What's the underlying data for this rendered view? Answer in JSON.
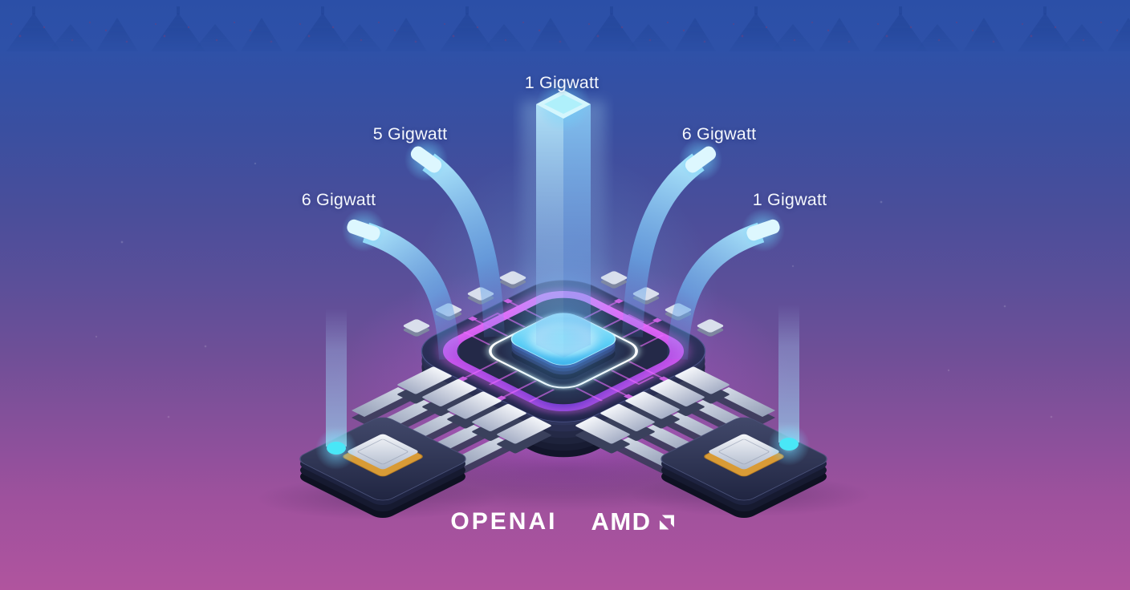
{
  "scene": {
    "description_labels": {
      "top": "1 Gigwatt",
      "upper_left": "5 Gigwatt",
      "upper_right": "6 Gigwatt",
      "lower_left": "6 Gigwatt",
      "lower_right": "1 Gigwatt"
    },
    "footer": {
      "openai_wordmark": "OPENAI",
      "amd_wordmark": "AMD"
    },
    "colors": {
      "background_top": "#2b4fa7",
      "background_bottom": "#b0549e",
      "beam_blue": "#8cc8f2",
      "beam_tip": "#ddf7fe",
      "core_cyan": "#54cdf5",
      "chip_magenta": "#c44fe8",
      "chip_body": "#262b4e",
      "pin_silver": "#c9d0df",
      "gold_pad": "#d99b36",
      "label_text": "#f4f7fd"
    }
  }
}
